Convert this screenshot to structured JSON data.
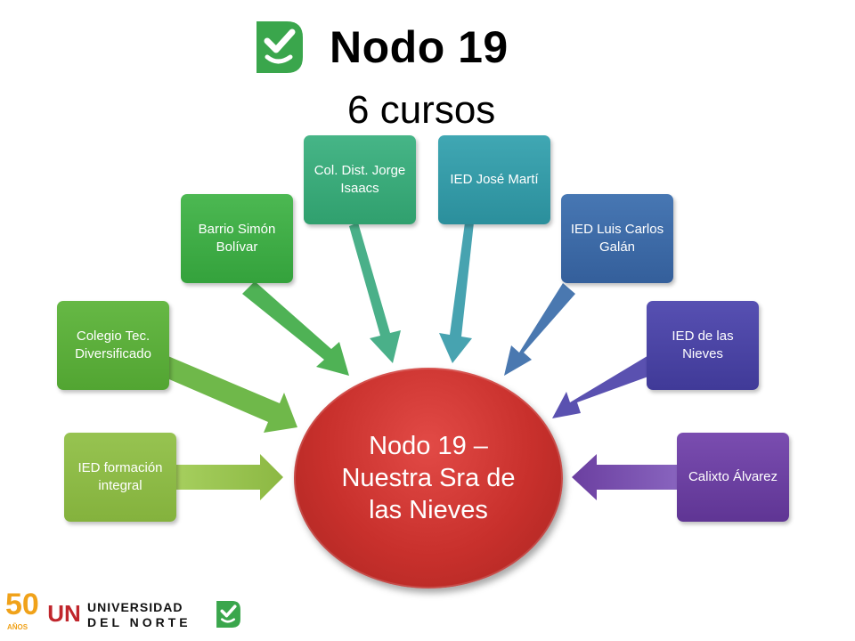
{
  "title": "Nodo 19",
  "subtitle": "6 cursos",
  "center": {
    "label": "Nodo 19 – Nuestra Sra de las Nieves",
    "color": "#c8302c"
  },
  "nodes": [
    {
      "label": "IED formación integral",
      "color": "#8cb843"
    },
    {
      "label": "Colegio Tec. Diversificado",
      "color": "#5aae3a"
    },
    {
      "label": "Barrio Simón Bolívar",
      "color": "#3eac45"
    },
    {
      "label": "Col. Dist. Jorge Isaacs",
      "color": "#3aa97a"
    },
    {
      "label": "IED José Martí",
      "color": "#3399a6"
    },
    {
      "label": "IED Luis Carlos Galán",
      "color": "#3c6aa6"
    },
    {
      "label": "IED de las Nieves",
      "color": "#4a45a3"
    },
    {
      "label": "Calixto Álvarez",
      "color": "#6b3fa0"
    }
  ],
  "footer": {
    "anniversary_number": "50",
    "anniversary_word": "AÑOS",
    "university_line1": "UNIVERSIDAD",
    "university_line2": "DEL NORTE",
    "un_mark": "UN"
  },
  "icons": [
    "check-logo-icon",
    "university-logo-icon"
  ],
  "colors": {
    "logo_green": "#3aa64c",
    "anniversary_orange": "#f0a21a"
  }
}
